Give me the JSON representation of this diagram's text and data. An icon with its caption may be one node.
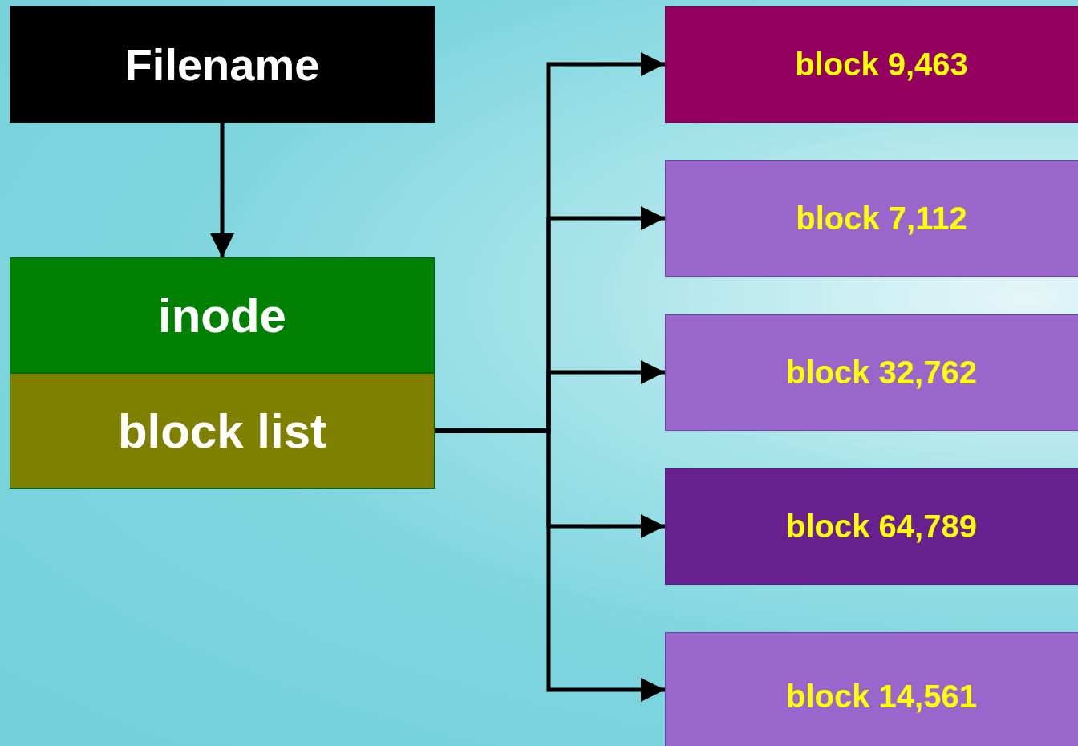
{
  "diagram": {
    "nodes": [
      {
        "text": [
          "Filename"
        ]
      },
      {
        "text": [
          "inode"
        ]
      },
      {
        "text": [
          "block list"
        ]
      },
      {
        "text": [
          "block 9,463"
        ]
      },
      {
        "text": [
          "block 7,112"
        ]
      },
      {
        "text": [
          "block 32,762"
        ]
      },
      {
        "text": [
          "block 64,789"
        ]
      },
      {
        "text": [
          "block 14,561"
        ]
      }
    ],
    "edges": [
      {
        "from": 0,
        "to": 1,
        "arrow": "to"
      },
      {
        "from": 2,
        "to": 3,
        "arrow": "to"
      },
      {
        "from": 2,
        "to": 4,
        "arrow": "to"
      },
      {
        "from": 2,
        "to": 5,
        "arrow": "to"
      },
      {
        "from": 2,
        "to": 6,
        "arrow": "to"
      },
      {
        "from": 2,
        "to": 7,
        "arrow": "to"
      }
    ]
  }
}
